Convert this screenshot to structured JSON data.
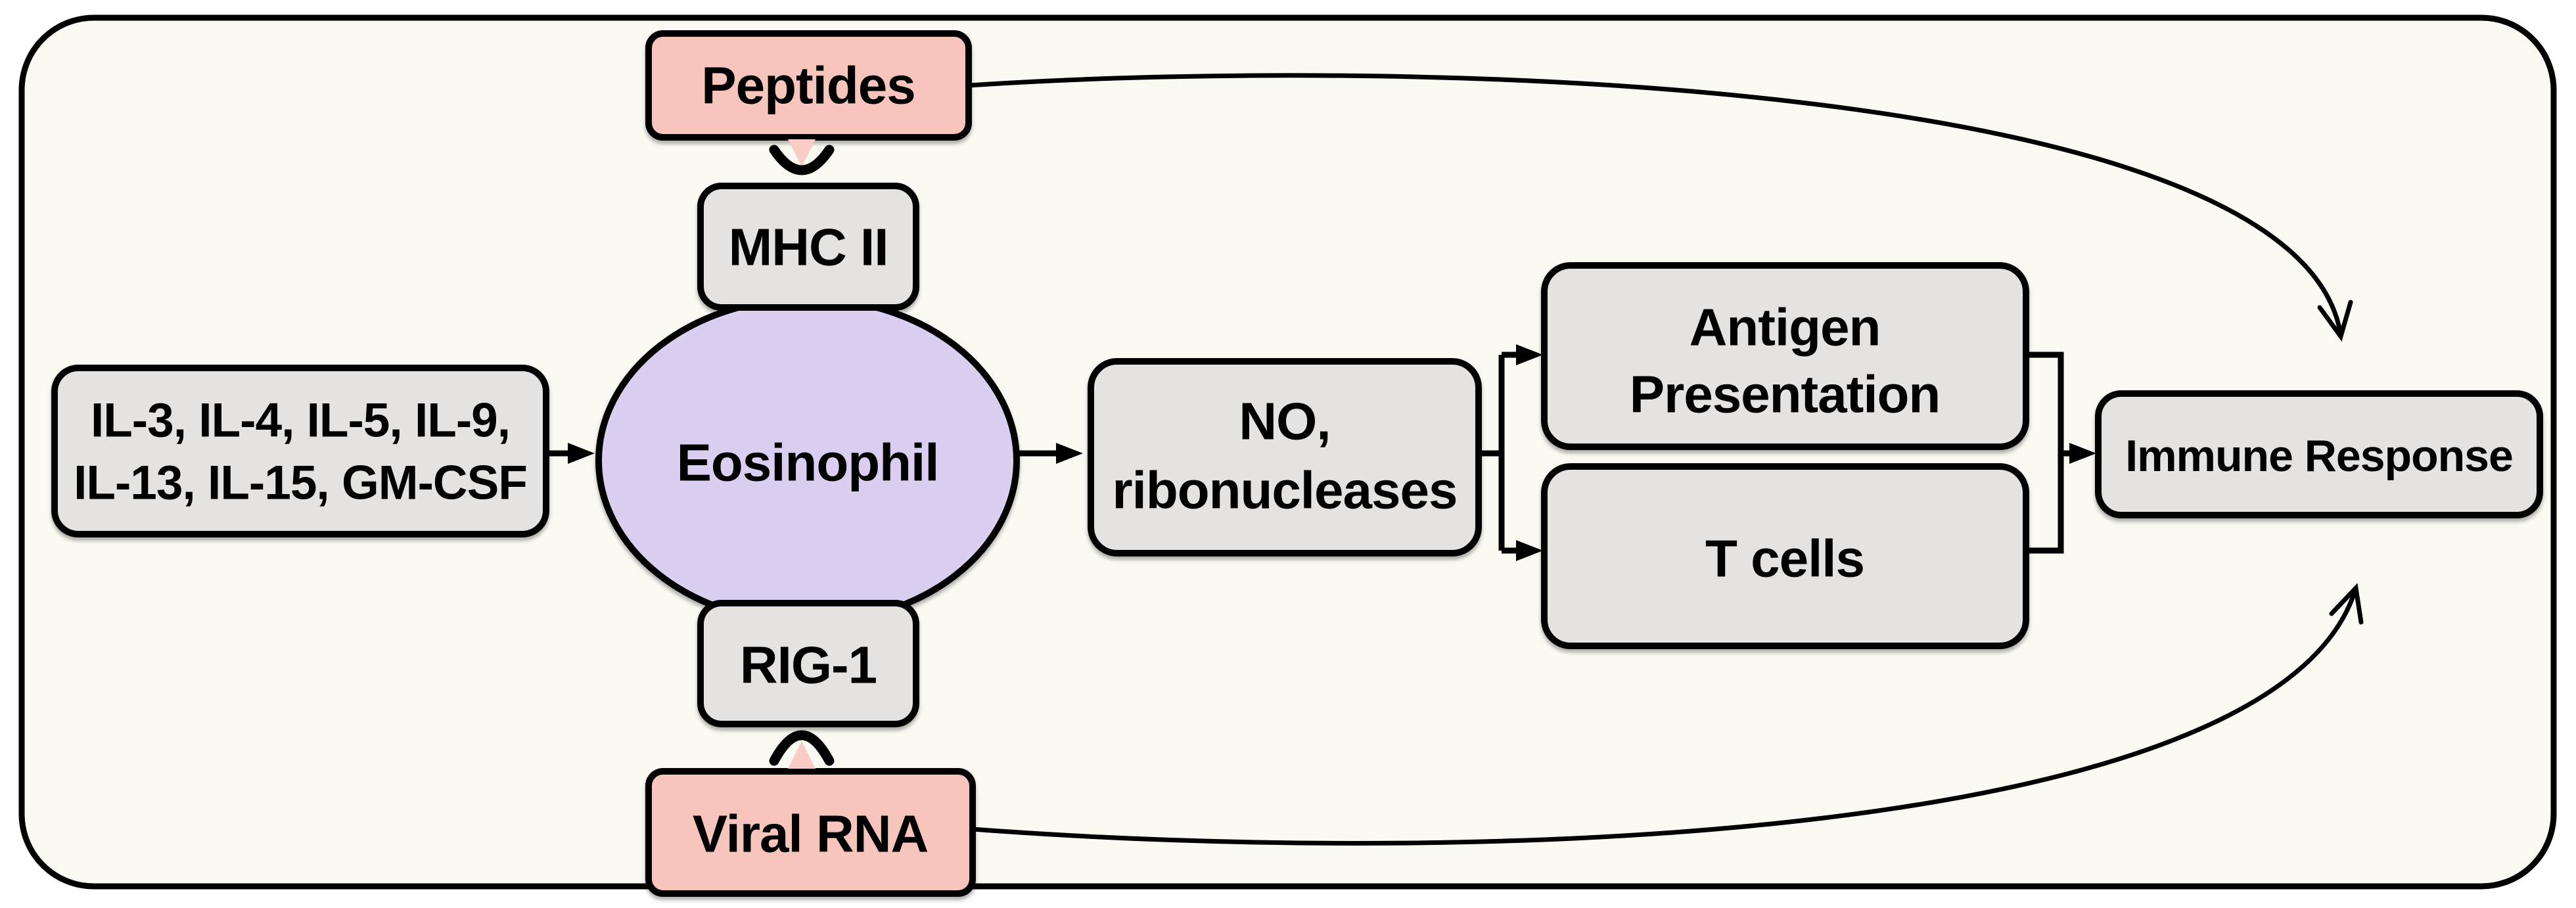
{
  "figure": {
    "description": "Eosinophil immune signaling pathway diagram",
    "colors": {
      "background": "#FAF9F2",
      "node_gray": "#E5E3E1",
      "node_pink": "#F8C5BD",
      "ligand_pink": "#F9CDC5",
      "cell_purple": "#DBCFF1",
      "line": "#000000"
    },
    "nodes": {
      "cytokines": {
        "line1": "IL-3, IL-4, IL-5, IL-9,",
        "line2": "IL-13, IL-15, GM-CSF"
      },
      "peptides": {
        "label": "Peptides"
      },
      "mhc2": {
        "label": "MHC II"
      },
      "eosinophil": {
        "label": "Eosinophil"
      },
      "rig1": {
        "label": "RIG-1"
      },
      "viral_rna": {
        "label": "Viral RNA"
      },
      "no_ribonucleases": {
        "line1": "NO,",
        "line2": "ribonucleases"
      },
      "antigen_presentation": {
        "line1": "Antigen",
        "line2": "Presentation"
      },
      "t_cells": {
        "label": "T cells"
      },
      "immune_response": {
        "label": "Immune Response"
      }
    },
    "edges": [
      {
        "from": "IL-3, IL-4, IL-5, IL-9, IL-13, IL-15, GM-CSF",
        "to": "Eosinophil",
        "style": "arrow"
      },
      {
        "from": "Peptides",
        "to": "MHC II",
        "style": "ligand-into-receptor"
      },
      {
        "from": "Viral RNA",
        "to": "RIG-1",
        "style": "ligand-into-receptor"
      },
      {
        "from": "Eosinophil",
        "to": "NO, ribonucleases",
        "style": "arrow"
      },
      {
        "from": "NO, ribonucleases",
        "to": "Antigen Presentation",
        "style": "arrow-fork"
      },
      {
        "from": "NO, ribonucleases",
        "to": "T cells",
        "style": "arrow-fork"
      },
      {
        "from": "Antigen Presentation",
        "to": "Immune Response",
        "style": "arrow-merge"
      },
      {
        "from": "T cells",
        "to": "Immune Response",
        "style": "arrow-merge"
      },
      {
        "from": "Peptides",
        "to": "Immune Response",
        "style": "curved-arrow"
      },
      {
        "from": "Viral RNA",
        "to": "Immune Response",
        "style": "curved-arrow"
      }
    ]
  }
}
